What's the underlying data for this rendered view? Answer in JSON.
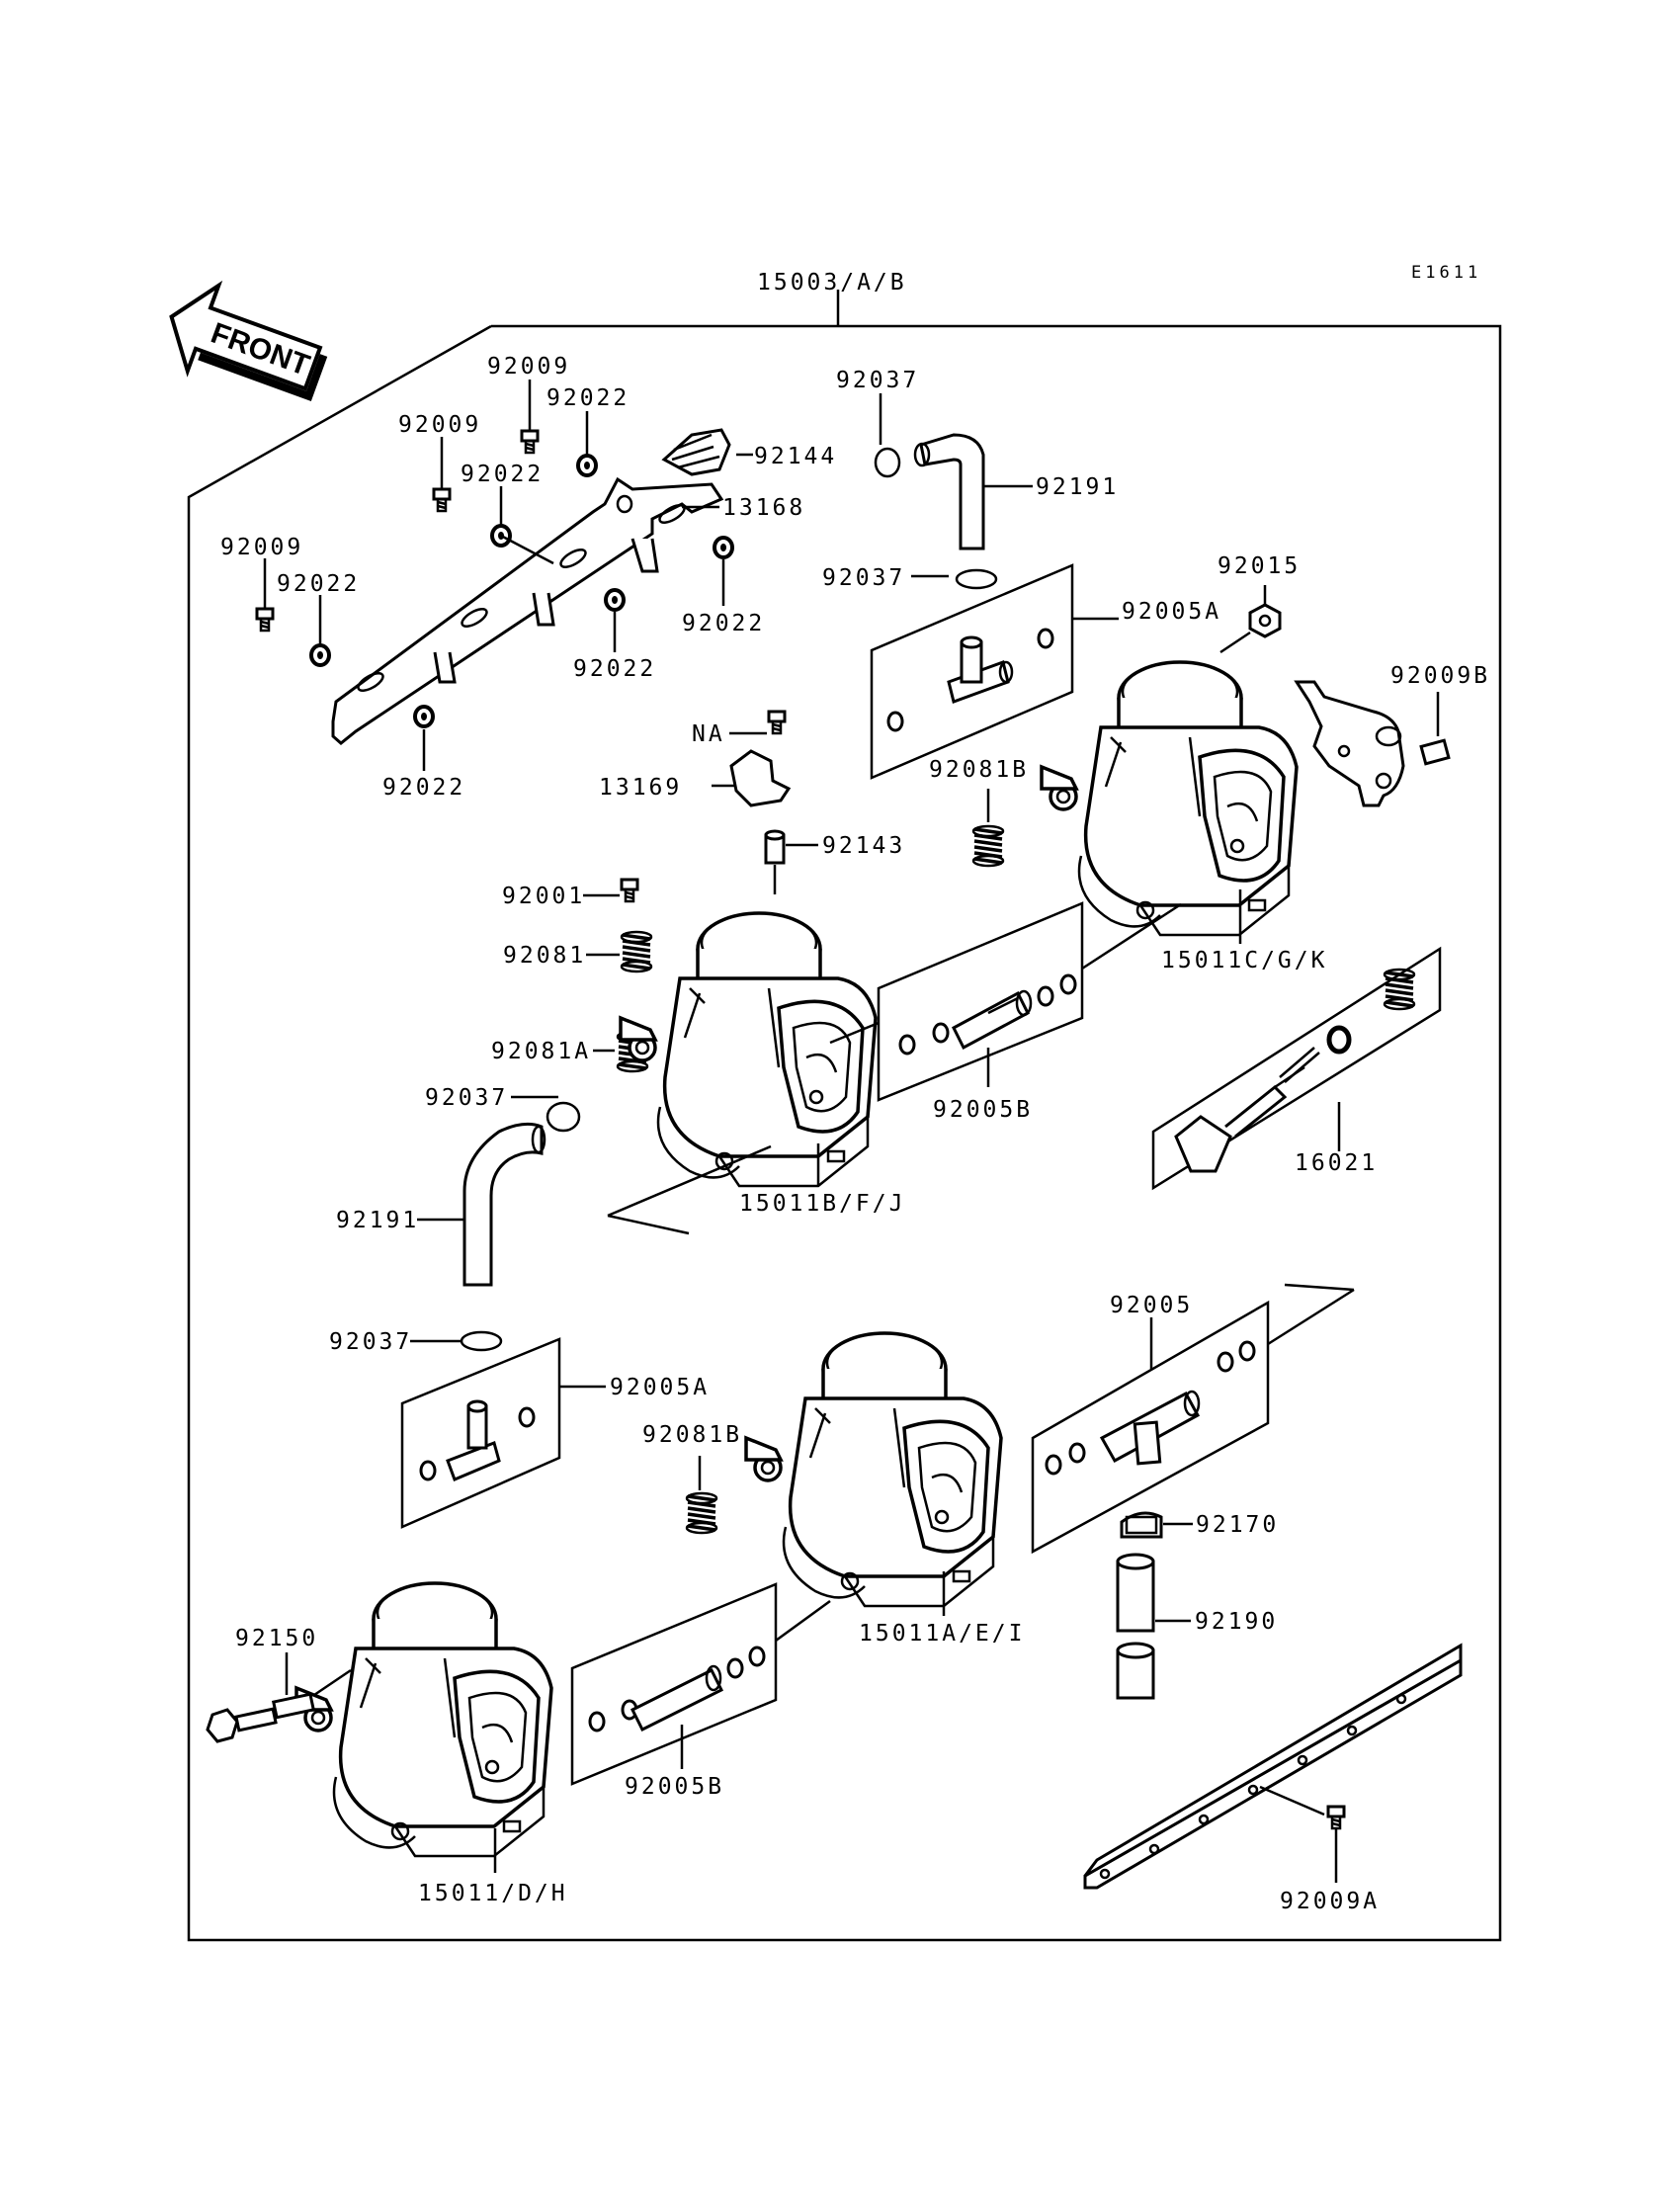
{
  "diagram_code": "E1611",
  "front_label": "FRONT",
  "assembly": "15003/A/B",
  "parts": {
    "p92009_a": "92009",
    "p92022_a": "92022",
    "p92009_b": "92009",
    "p92144": "92144",
    "p92022_b": "92022",
    "p13168": "13168",
    "p92009_c": "92009",
    "p92022_c": "92022",
    "p92022_d": "92022",
    "p92022_e": "92022",
    "p92022_f": "92022",
    "p92037_a": "92037",
    "p92191_a": "92191",
    "p92037_b": "92037",
    "p92005A_a": "92005A",
    "p92015": "92015",
    "p92009B": "92009B",
    "pNA": "NA",
    "p13169": "13169",
    "p92081B_a": "92081B",
    "p92143": "92143",
    "p92001": "92001",
    "p92081": "92081",
    "p15011CGK": "15011C/G/K",
    "p92081A": "92081A",
    "p92037_c": "92037",
    "p92005B_a": "92005B",
    "p16021": "16021",
    "p15011BFJ": "15011B/F/J",
    "p92191_b": "92191",
    "p92005": "92005",
    "p92037_d": "92037",
    "p92005A_b": "92005A",
    "p92081B_b": "92081B",
    "p92170": "92170",
    "p92150": "92150",
    "p15011AEI": "15011A/E/I",
    "p92190": "92190",
    "p92005B_b": "92005B",
    "p15011DH": "15011/D/H",
    "p92009A": "92009A"
  }
}
